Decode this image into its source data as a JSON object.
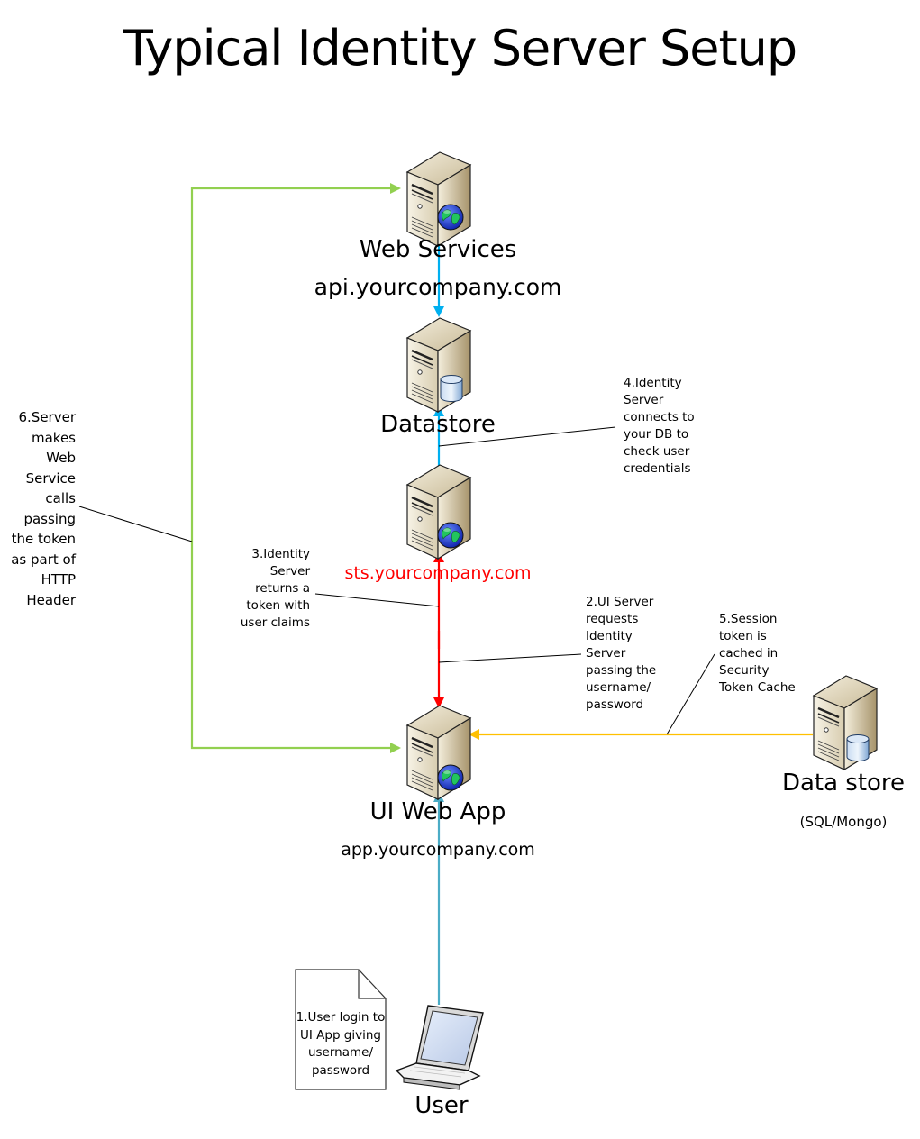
{
  "title": "Typical Identity Server Setup",
  "colors": {
    "green_flow": "#92D050",
    "blue_flow": "#00B0F0",
    "red_flow": "#FF0000",
    "yellow_flow": "#FFC000",
    "user_flow": "#4BACC6",
    "sts_text": "#FF0000"
  },
  "nodes": {
    "web_services": {
      "label": "Web Services",
      "sub": "api.yourcompany.com",
      "icon": "server-globe-icon"
    },
    "datastore": {
      "label": "Datastore",
      "icon": "server-database-icon"
    },
    "identity_server": {
      "sub": "sts.yourcompany.com",
      "icon": "server-globe-icon"
    },
    "ui_web_app": {
      "label": "UI Web App",
      "sub": "app.yourcompany.com",
      "icon": "server-globe-icon"
    },
    "data_store": {
      "label": "Data store",
      "sub": "(SQL/Mongo)",
      "icon": "server-database-icon"
    },
    "user": {
      "label": "User",
      "icon": "laptop-icon"
    }
  },
  "notes": {
    "step1": "1.User login to\nUI App giving\nusername/\npassword",
    "step2": "2.UI Server\nrequests\nIdentity\nServer\npassing the\nusername/\npassword",
    "step3": "3.Identity\nServer\nreturns a\ntoken with\nuser claims",
    "step4": "4.Identity\nServer\nconnects to\nyour DB to\ncheck user\ncredentials",
    "step5": "5.Session\ntoken is\ncached in\nSecurity\nToken Cache",
    "step6": "6.Server\nmakes\nWeb\nService\ncalls\npassing\nthe token\nas part of\nHTTP\nHeader"
  }
}
